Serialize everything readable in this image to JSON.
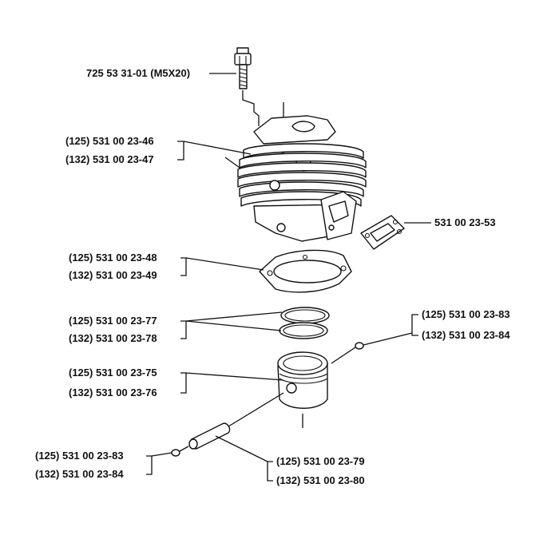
{
  "labels": {
    "bolt": "725 53 31-01 (M5X20)",
    "cylinder_125": "(125) 531 00 23-46",
    "cylinder_132": "(132) 531 00 23-47",
    "exhaust_gasket": "531 00 23-53",
    "base_gasket_125": "(125) 531 00 23-48",
    "base_gasket_132": "(132) 531 00 23-49",
    "rings_125": "(125) 531 00 23-77",
    "rings_132": "(132) 531 00 23-78",
    "piston_125": "(125) 531 00 23-75",
    "piston_132": "(132) 531 00 23-76",
    "circlip_right_125": "(125) 531 00 23-83",
    "circlip_right_132": "(132) 531 00 23-84",
    "circlip_left_125": "(125) 531 00 23-83",
    "circlip_left_132": "(132) 531 00 23-84",
    "pin_125": "(125) 531 00 23-79",
    "pin_132": "(132) 531 00 23-80"
  }
}
